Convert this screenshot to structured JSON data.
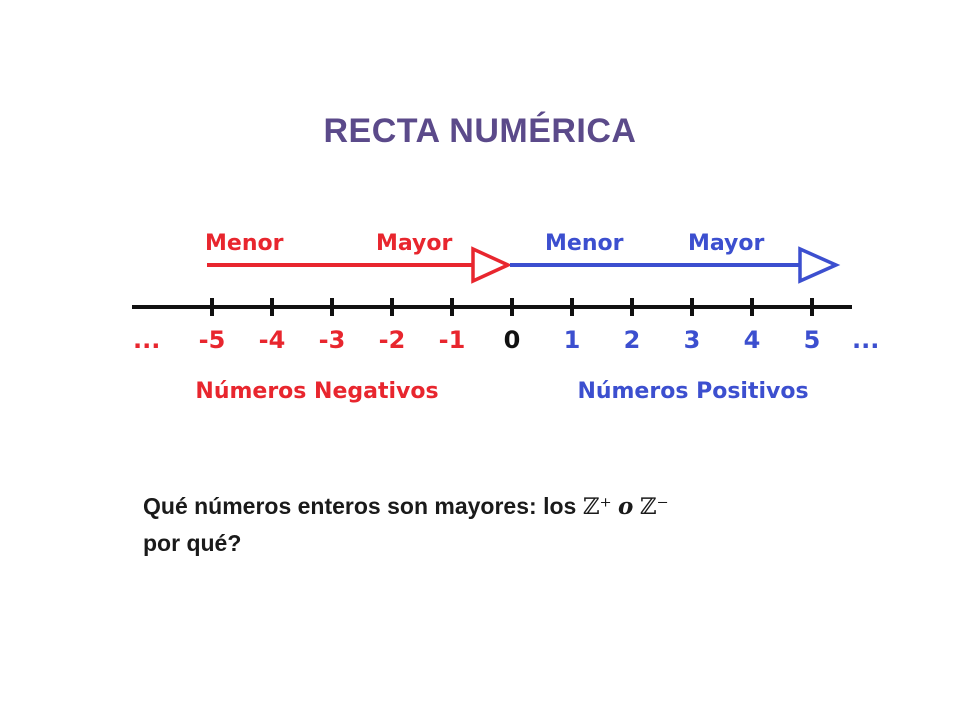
{
  "title": "RECTA NUMÉRICA",
  "colors": {
    "negative": "#e8262e",
    "positive": "#3c4fcf",
    "axis": "#111111",
    "zero": "#111111",
    "title": "#5b4a8a"
  },
  "diagram": {
    "negative_arrow": {
      "low": "Menor",
      "high": "Mayor"
    },
    "positive_arrow": {
      "low": "Menor",
      "high": "Mayor"
    },
    "ellipsis_left": "...",
    "ellipsis_right": "...",
    "ticks": [
      "-5",
      "-4",
      "-3",
      "-2",
      "-1",
      "0",
      "1",
      "2",
      "3",
      "4",
      "5"
    ],
    "negative_caption": "Números Negativos",
    "positive_caption": "Números Positivos"
  },
  "question": {
    "line1": "Qué números enteros son mayores: los ",
    "z_plus": "ℤ⁺",
    "o": "o",
    "z_minus": "ℤ⁻",
    "line2": "por qué?"
  }
}
